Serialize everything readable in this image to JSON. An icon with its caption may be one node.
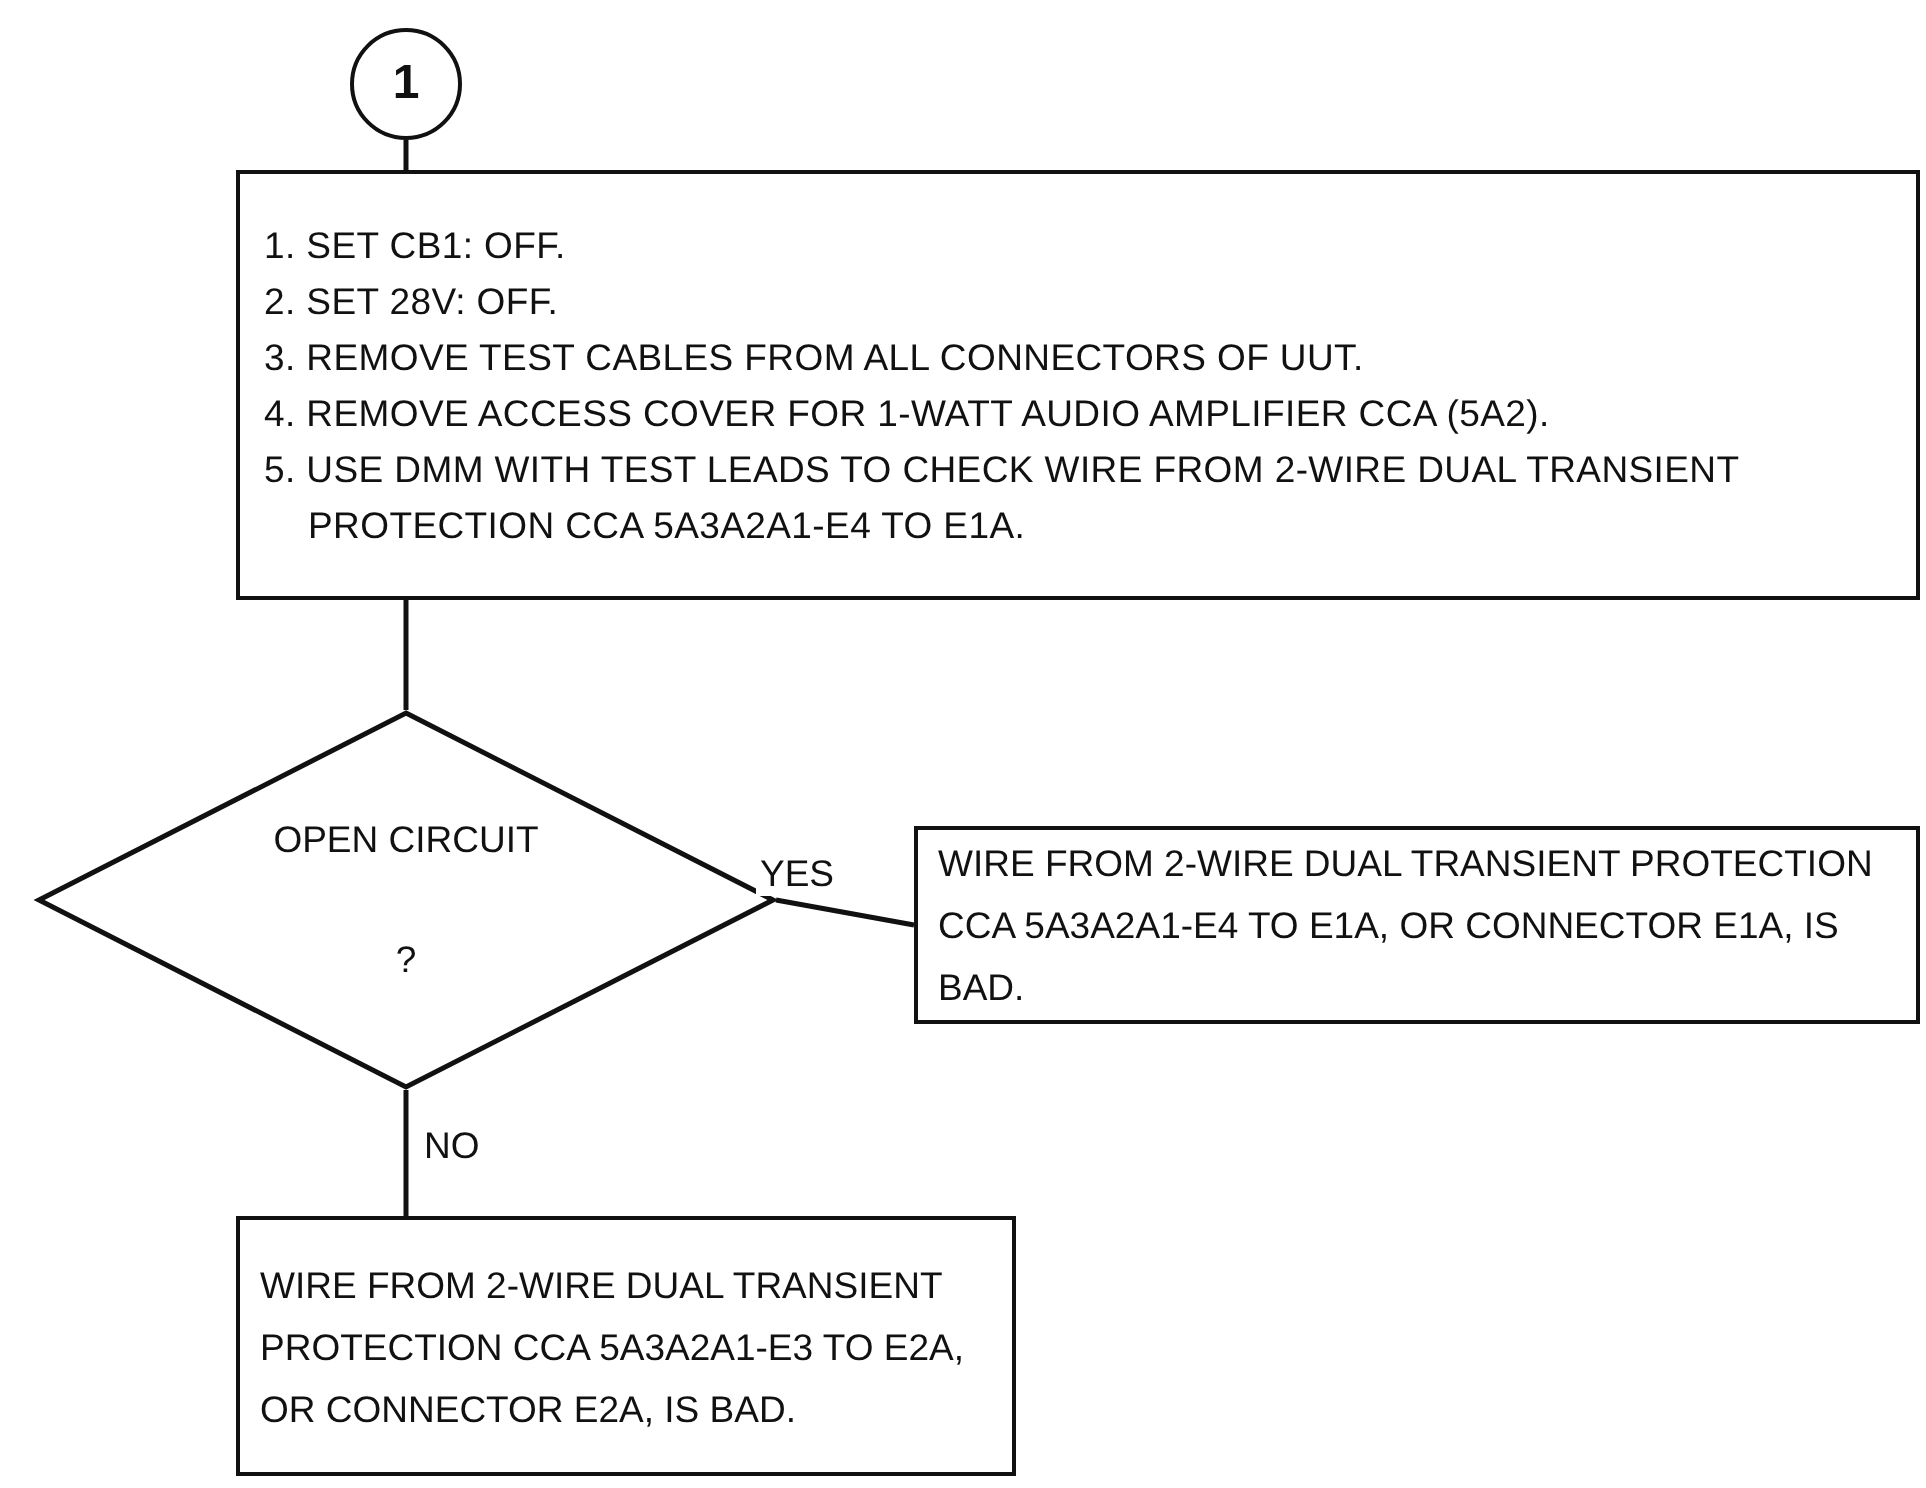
{
  "diagram": {
    "nodes": [
      {
        "text": [
          "1"
        ]
      },
      {
        "text": [
          "1. SET CB1:  OFF.",
          "2. SET 28V:  OFF.",
          "3. REMOVE TEST CABLES FROM ALL CONNECTORS OF UUT.",
          "4. REMOVE ACCESS COVER FOR 1-WATT AUDIO AMPLIFIER CCA (5A2).",
          "5. USE DMM WITH TEST LEADS TO CHECK WIRE FROM 2-WIRE DUAL TRANSIENT PROTECTION CCA 5A3A2A1-E4 TO E1A."
        ]
      },
      {
        "text": [
          "OPEN CIRCUIT",
          "?"
        ]
      },
      {
        "text": [
          "WIRE FROM 2-WIRE DUAL TRANSIENT PROTECTION CCA 5A3A2A1-E4 TO E1A, OR CONNECTOR E1A, IS BAD."
        ]
      },
      {
        "text": [
          "WIRE FROM 2-WIRE DUAL TRANSIENT PROTECTION CCA 5A3A2A1-E3 TO E2A, OR CONNECTOR E2A, IS BAD."
        ]
      }
    ],
    "edges": [
      {
        "from": 0,
        "to": 1,
        "arrow": "none"
      },
      {
        "from": 1,
        "to": 2,
        "arrow": "none"
      },
      {
        "from": 2,
        "to": 3,
        "arrow": "none",
        "label": "YES"
      },
      {
        "from": 2,
        "to": 4,
        "arrow": "none",
        "label": "NO"
      }
    ]
  }
}
